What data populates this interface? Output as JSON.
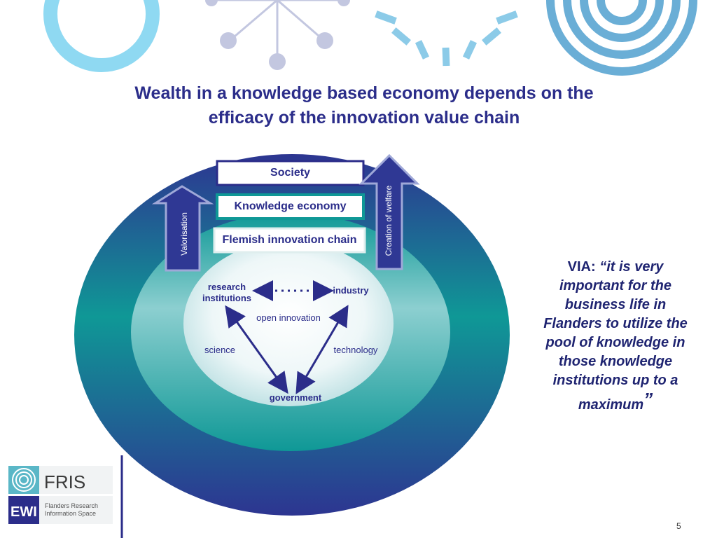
{
  "title": {
    "line1": "Wealth in a knowledge based economy depends on the",
    "line2": "efficacy of the innovation value chain"
  },
  "diagram": {
    "boxes": {
      "society": "Society",
      "knowledge_economy": "Knowledge economy",
      "innovation_chain": "Flemish innovation chain"
    },
    "arrows": {
      "left": "Valorisation",
      "right": "Creation of welfare"
    },
    "nodes": {
      "research": "research institutions",
      "industry": "industry",
      "government": "government"
    },
    "edges": {
      "open_innovation": "open innovation",
      "science": "science",
      "technology": "technology"
    }
  },
  "quote": {
    "prefix": "VIA:",
    "open_mark": "“",
    "text": "it is very important for the business life in Flanders to utilize the pool of knowledge in those knowledge institutions up to a maximum",
    "close_mark": "”"
  },
  "logo": {
    "fris_text": "FRIS",
    "ewi_text": "EWI",
    "subtitle_line1": "Flanders Research",
    "subtitle_line2": "Information Space"
  },
  "page_number": "5",
  "colors": {
    "title": "#2b2d8a",
    "outer_ring": "#2e3592",
    "teal": "#0e9a98",
    "light_blue": "#8fd3ee",
    "steel_blue": "#6aa9d2"
  }
}
